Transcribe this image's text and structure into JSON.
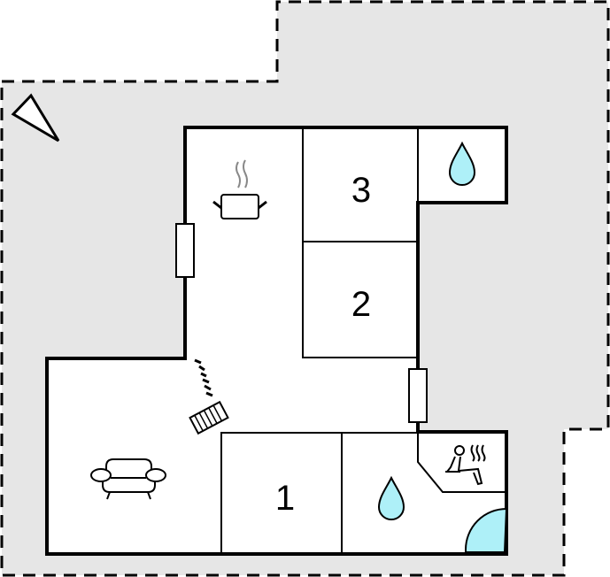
{
  "floorplan": {
    "colors": {
      "plot_fill": "#e6e6e6",
      "room_fill": "#ffffff",
      "wall": "#000000",
      "water": "#aef0f8",
      "steam": "#888888"
    },
    "rooms": [
      {
        "id": "bedroom-1",
        "label": "1"
      },
      {
        "id": "bedroom-2",
        "label": "2"
      },
      {
        "id": "bedroom-3",
        "label": "3"
      }
    ],
    "icons": [
      {
        "name": "north-arrow-icon",
        "room": "outdoor"
      },
      {
        "name": "cooking-pot-icon",
        "room": "kitchen"
      },
      {
        "name": "water-drop-icon",
        "room": "bathroom-top"
      },
      {
        "name": "water-drop-icon",
        "room": "bathroom-bottom"
      },
      {
        "name": "sauna-icon",
        "room": "sauna"
      },
      {
        "name": "armchair-icon",
        "room": "living-room"
      },
      {
        "name": "fireplace-icon",
        "room": "living-room"
      },
      {
        "name": "shower-icon",
        "room": "bathroom-bottom"
      }
    ]
  }
}
